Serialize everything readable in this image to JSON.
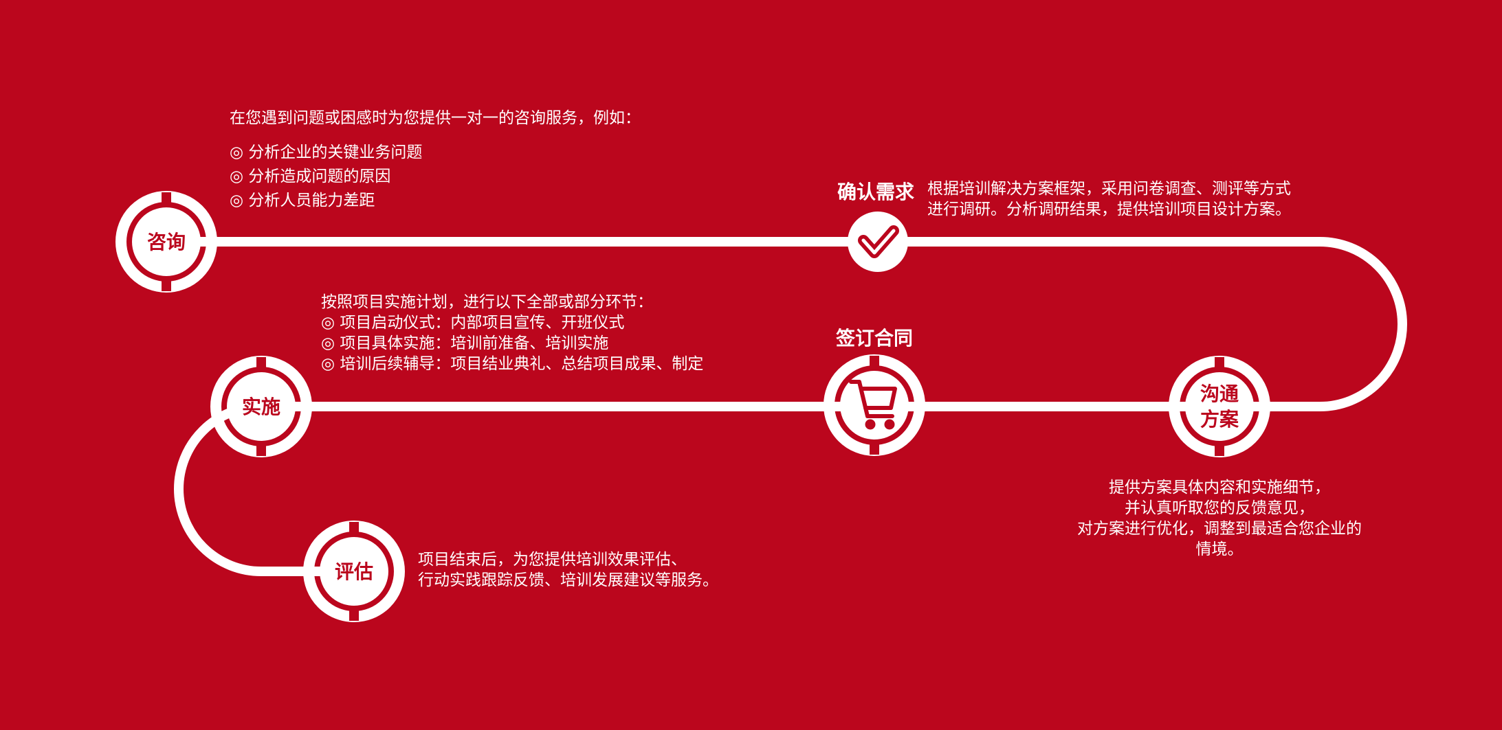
{
  "colors": {
    "background": "#bb061d",
    "foreground": "#ffffff"
  },
  "nodes": {
    "consult": {
      "label": "咨询"
    },
    "implement": {
      "label": "实施"
    },
    "evaluate": {
      "label": "评估"
    },
    "confirm": {
      "label": "确认需求",
      "icon": "check-icon"
    },
    "sign": {
      "label": "签订合同",
      "icon": "shopping-cart-icon"
    },
    "communicate": {
      "label_line1": "沟通",
      "label_line2": "方案"
    }
  },
  "texts": {
    "consult_intro": "在您遇到问题或困感时为您提供一对一的咨询服务，例如：",
    "consult_items": [
      "◎ 分析企业的关键业务问题",
      "◎ 分析造成问题的原因",
      "◎ 分析人员能力差距"
    ],
    "confirm_desc": [
      "根据培训解决方案框架，采用问卷调查、测评等方式",
      "进行调研。分析调研结果，提供培训项目设计方案。"
    ],
    "implement_intro": "按照项目实施计划，进行以下全部或部分环节：",
    "implement_items": [
      "◎ 项目启动仪式：内部项目宣传、开班仪式",
      "◎ 项目具体实施：培训前准备、培训实施",
      "◎ 培训后续辅导：项目结业典礼、总结项目成果、制定"
    ],
    "communicate_desc": [
      "提供方案具体内容和实施细节，",
      "并认真听取您的反馈意见，",
      "对方案进行优化，调整到最适合您企业的",
      "情境。"
    ],
    "evaluate_desc": [
      "项目结束后，为您提供培训效果评估、",
      "行动实践跟踪反馈、培训发展建议等服务。"
    ]
  }
}
